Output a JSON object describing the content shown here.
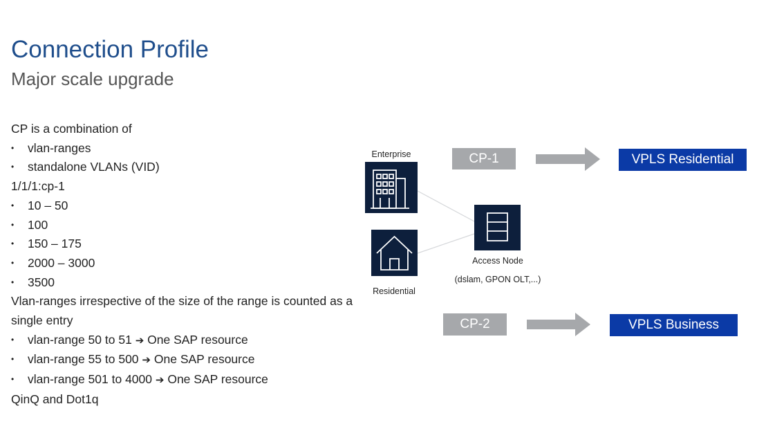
{
  "header": {
    "title": "Connection Profile",
    "subtitle": "Major scale upgrade"
  },
  "content": {
    "intro": "CP is a combination of",
    "combination_items": [
      "vlan-ranges",
      "standalone VLANs (VID)"
    ],
    "port_label": "1/1/1:cp-1",
    "port_ranges": [
      "10 – 50",
      "100",
      "150 – 175",
      "2000 – 3000",
      "3500"
    ],
    "note": "Vlan-ranges irrespective of the size of the range is counted as a single entry",
    "examples": [
      {
        "range": "vlan-range 50 to 51",
        "result": "One SAP resource"
      },
      {
        "range": "vlan-range 55 to 500",
        "result": "One SAP resource"
      },
      {
        "range": "vlan-range 501 to 4000",
        "result": "One SAP resource"
      }
    ],
    "footer": "QinQ and Dot1q"
  },
  "diagram": {
    "enterprise_label": "Enterprise",
    "residential_label": "Residential",
    "access_node_label": "Access Node",
    "access_node_sublabel": "(dslam, GPON OLT,...)",
    "cp1_label": "CP-1",
    "cp2_label": "CP-2",
    "vpls1_label": "VPLS Residential",
    "vpls2_label": "VPLS Business",
    "colors": {
      "title": "#1f4e8c",
      "icon_bg": "#0d1f3c",
      "cp_box": "#a6a8ab",
      "vpls_box": "#0b3aa6",
      "arrow": "#a6a8ab"
    }
  }
}
